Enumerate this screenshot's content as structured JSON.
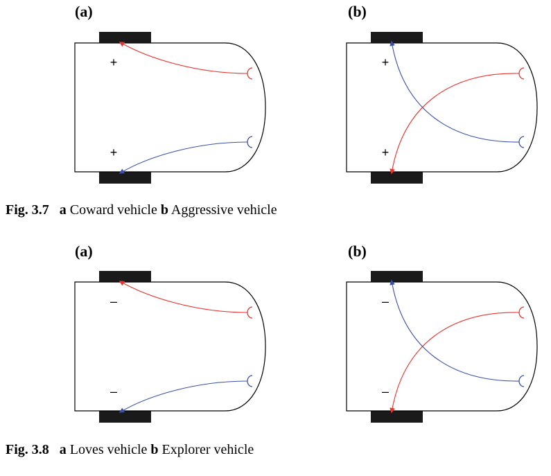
{
  "figures": [
    {
      "caption_num": "Fig. 3.7",
      "panel_a_letter": "a",
      "panel_a_text": "Coward vehicle",
      "panel_b_letter": "b",
      "panel_b_text": "Aggressive vehicle",
      "panels": [
        {
          "label": "(a)",
          "sign_top": "+",
          "sign_bottom": "+",
          "wiring": "ipsilateral"
        },
        {
          "label": "(b)",
          "sign_top": "+",
          "sign_bottom": "+",
          "wiring": "crossed"
        }
      ]
    },
    {
      "caption_num": "Fig. 3.8",
      "panel_a_letter": "a",
      "panel_a_text": "Loves vehicle",
      "panel_b_letter": "b",
      "panel_b_text": "Explorer vehicle",
      "panels": [
        {
          "label": "(a)",
          "sign_top": "–",
          "sign_bottom": "–",
          "wiring": "ipsilateral"
        },
        {
          "label": "(b)",
          "sign_top": "–",
          "sign_bottom": "–",
          "wiring": "crossed"
        }
      ]
    }
  ],
  "colors": {
    "red": "#e8332e",
    "blue": "#3b4fa8",
    "wheel": "#1a1a1a",
    "body": "#000000"
  }
}
